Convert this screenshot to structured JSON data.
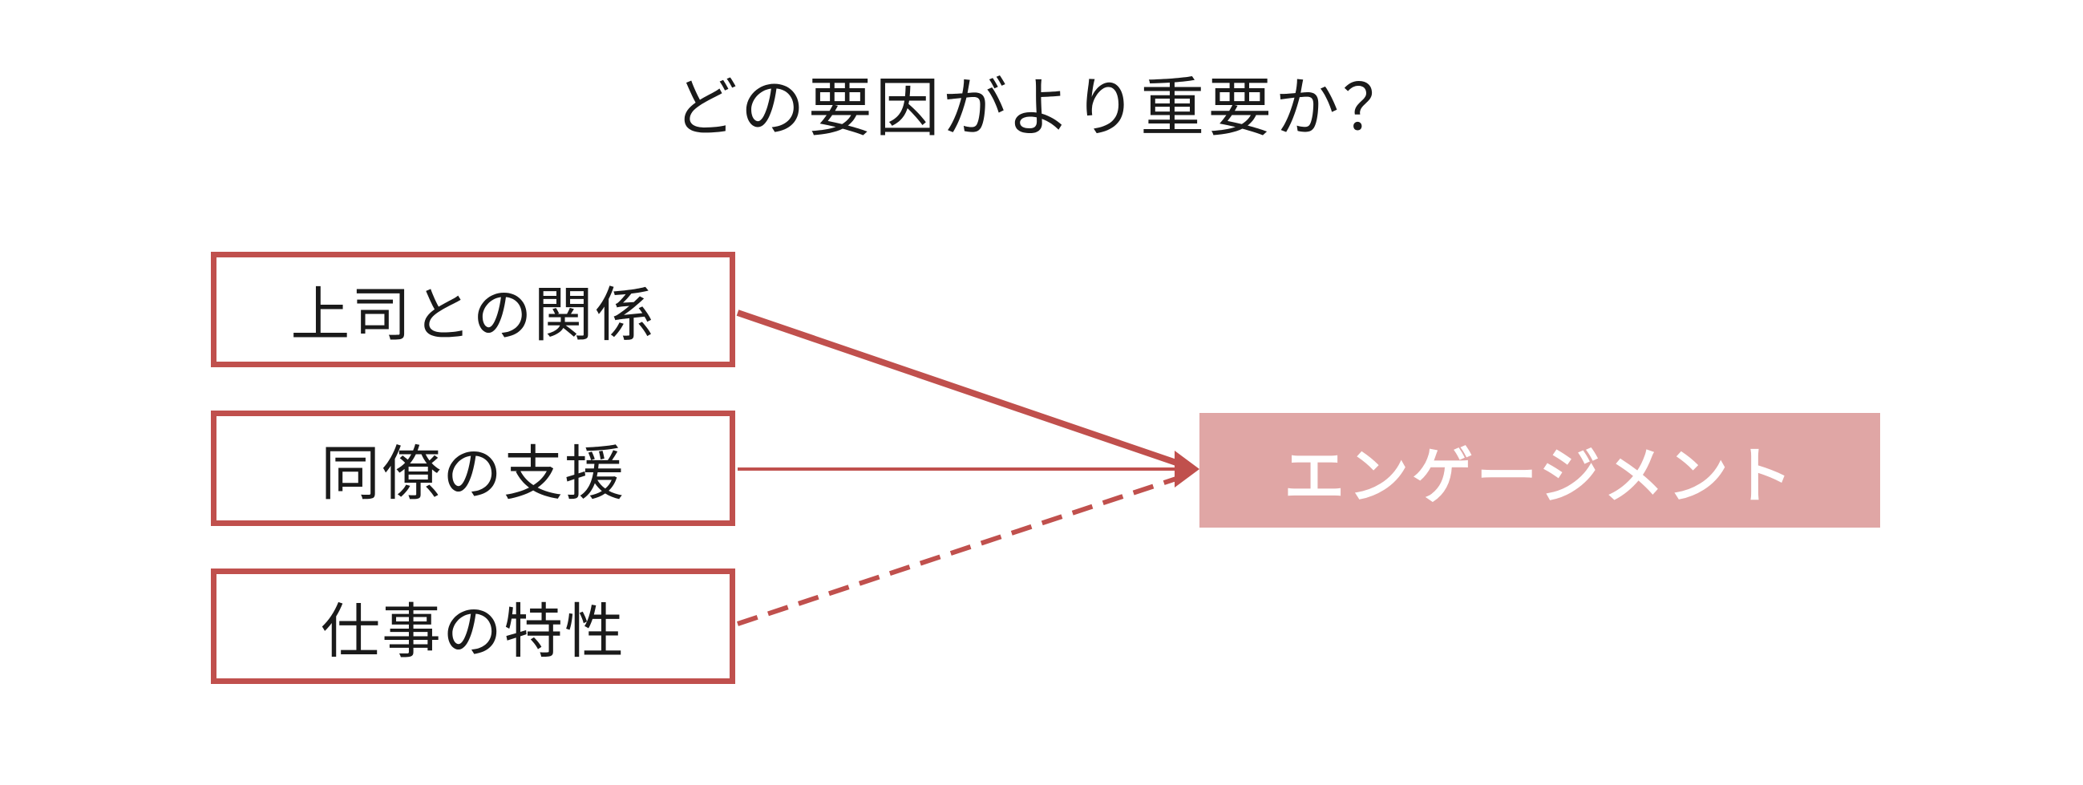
{
  "title": "どの要因がより重要か？",
  "factors": [
    {
      "label": "上司との関係",
      "link_style": "thick"
    },
    {
      "label": "同僚の支援",
      "link_style": "thin"
    },
    {
      "label": "仕事の特性",
      "link_style": "dashed"
    }
  ],
  "outcome": {
    "label": "エンゲージメント"
  },
  "colors": {
    "box_border": "#c0504d",
    "arrow": "#c0504d",
    "outcome_fill": "#e0a6a5",
    "outcome_text": "#ffffff",
    "text": "#1a1a1a"
  }
}
